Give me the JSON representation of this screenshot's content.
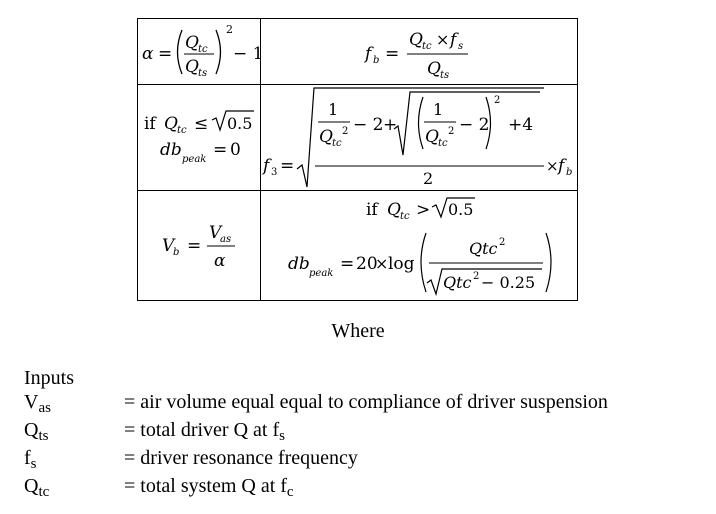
{
  "formulas": {
    "alpha": {
      "lhs": "α",
      "eq": "=",
      "num": "Q",
      "num_sub": "tc",
      "den": "Q",
      "den_sub": "ts",
      "exp": "2",
      "tail": "− 1"
    },
    "fb": {
      "lhs": "f",
      "lhs_sub": "b",
      "eq": "=",
      "num_q": "Q",
      "num_q_sub": "tc",
      "times": "×",
      "num_f": "f",
      "num_f_sub": "s",
      "den": "Q",
      "den_sub": "ts"
    },
    "cond_low": {
      "if": "if",
      "q": "Q",
      "q_sub": "tc",
      "rel": "≤",
      "root_val": "0.5",
      "db": "db",
      "db_sub": "peak",
      "eq": "=",
      "val": "0"
    },
    "f3": {
      "lhs": "f",
      "lhs_sub": "3",
      "eq": "=",
      "one": "1",
      "q": "Q",
      "q_sub": "tc",
      "sq": "2",
      "minus2": "− 2",
      "plus": "+",
      "minus2b": "− 2",
      "outer_sq": "2",
      "plus4": "+4",
      "den": "2",
      "times": "×",
      "tail_f": "f",
      "tail_f_sub": "b"
    },
    "vb": {
      "lhs": "V",
      "lhs_sub": "b",
      "eq": "=",
      "num": "V",
      "num_sub": "as",
      "den": "α"
    },
    "cond_high": {
      "if": "if",
      "q": "Q",
      "q_sub": "tc",
      "rel": ">",
      "root_val": "0.5",
      "db": "db",
      "db_sub": "peak",
      "eq": "=",
      "coef": "20",
      "times": "×",
      "log": "log",
      "num": "Qtc",
      "num_exp": "2",
      "den": "Qtc",
      "den_exp": "2",
      "den_tail": "− 0.25"
    }
  },
  "where_label": "Where",
  "inputs_label": "Inputs",
  "definitions": [
    {
      "sym": "V",
      "sub": "as",
      "desc": "= air volume equal equal to compliance of driver suspension",
      "desc_sub": ""
    },
    {
      "sym": "Q",
      "sub": "ts",
      "desc": "= total driver Q at f",
      "desc_sub": "s"
    },
    {
      "sym": "f",
      "sub": "s",
      "desc": "= driver resonance frequency",
      "desc_sub": ""
    },
    {
      "sym": "Q",
      "sub": "tc",
      "desc": "= total system Q at f",
      "desc_sub": "c"
    }
  ]
}
